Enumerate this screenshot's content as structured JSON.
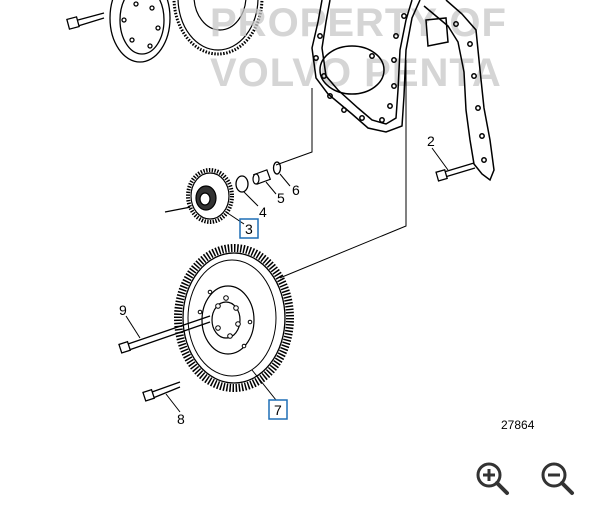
{
  "watermark": {
    "line1": "PROPERTY OF",
    "line2": "VOLVO PENTA"
  },
  "callouts": {
    "c2": "2",
    "c3": "3",
    "c4": "4",
    "c5": "5",
    "c6": "6",
    "c7": "7",
    "c8": "8",
    "c9": "9"
  },
  "figure_number": "27864",
  "colors": {
    "line": "#000000",
    "highlight_box": "#1f6fb5",
    "watermark": "#c7c7c7"
  },
  "icons": {
    "zoom_in": "zoom-in-icon",
    "zoom_out": "zoom-out-icon"
  }
}
